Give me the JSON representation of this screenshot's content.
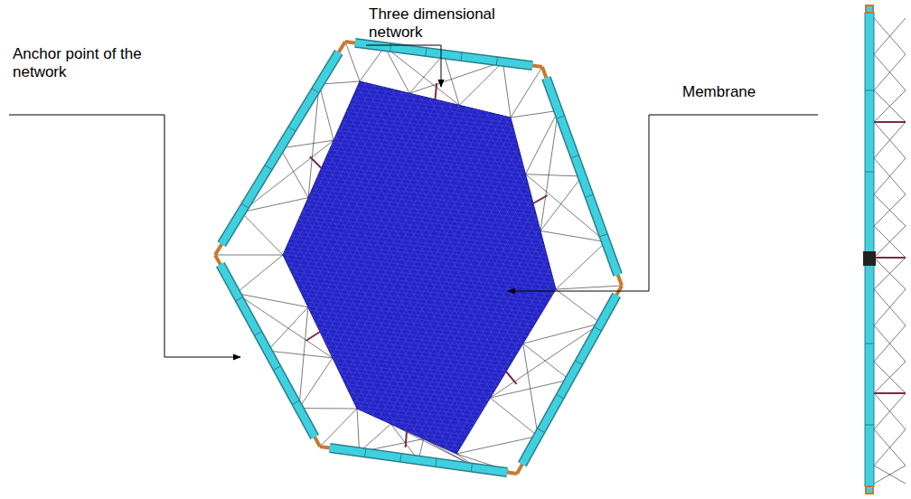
{
  "diagram": {
    "labels": [
      "Three dimensional network",
      "Membrane",
      "Anchor point of the network"
    ]
  }
}
